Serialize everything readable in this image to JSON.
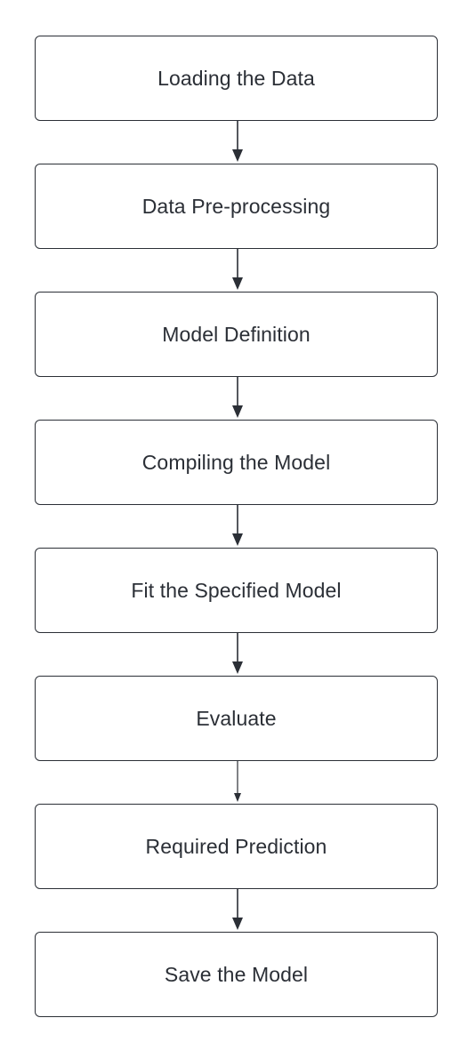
{
  "diagram": {
    "colors": {
      "stroke": "#2b2f36",
      "text": "#2b2f36",
      "box_fill": "#ffffff"
    },
    "steps": [
      {
        "label": "Loading the Data"
      },
      {
        "label": "Data Pre-processing"
      },
      {
        "label": "Model Definition"
      },
      {
        "label": "Compiling the Model"
      },
      {
        "label": "Fit the Specified Model"
      },
      {
        "label": "Evaluate"
      },
      {
        "label": "Required Prediction"
      },
      {
        "label": "Save the Model"
      }
    ]
  }
}
